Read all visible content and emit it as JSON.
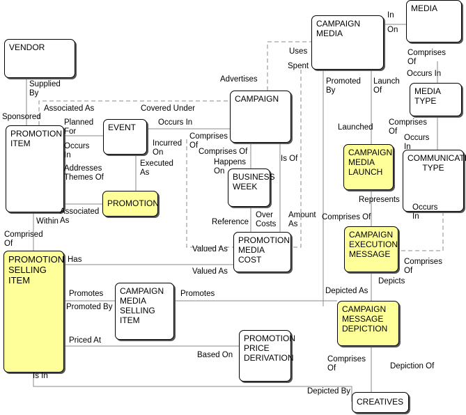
{
  "entities": {
    "vendor": "VENDOR",
    "promotion_item": "PROMOTION\nITEM",
    "event": "EVENT",
    "campaign": "CAMPAIGN",
    "campaign_media": "CAMPAIGN\nMEDIA",
    "media": "MEDIA",
    "media_type": "MEDIA\nTYPE",
    "communication_type": "COMMUNICATION\nTYPE",
    "promotion": "PROMOTION",
    "business_week": "BUSINESS\nWEEK",
    "campaign_media_launch": "CAMPAIGN\nMEDIA\nLAUNCH",
    "promotion_media_cost": "PROMOTION\nMEDIA COST",
    "campaign_execution_message": "CAMPAIGN\nEXECUTION\nMESSAGE",
    "promotion_selling_item": "PROMOTION\nSELLING\nITEM",
    "campaign_media_selling_item": "CAMPAIGN\nMEDIA\nSELLING\nITEM",
    "campaign_message_depiction": "CAMPAIGN\nMESSAGE\nDEPICTION",
    "promotion_price_derivation": "PROMOTION\nPRICE\nDERIVATION",
    "creatives": "CREATIVES"
  },
  "labels": {
    "supplied_by": "Supplied\nBy",
    "sponsored": "Sponsored",
    "associated_as_top": "Associated As",
    "covered_under": "Covered Under",
    "planned_for": "Planned\nFor",
    "occurs_in_item": "Occurs\nIn",
    "addresses_themes_of": "Addresses\nThemes Of",
    "occurs_in_event": "Occurs In",
    "comprises_of_campaign": "Comprises\nOf",
    "incurred_on": "Incurred\nOn",
    "executed_as": "Executed\nAs",
    "comprises_of_bw": "Comprises Of",
    "happens_on": "Happens\nOn",
    "is_of": "Is Of",
    "associated_as_promo": "Associated\nAs",
    "within": "Within",
    "comprised_of": "Comprised\nOf",
    "advertises": "Advertises",
    "uses": "Uses",
    "spent": "Spent",
    "in_media": "In",
    "on_media": "On",
    "promoted_by_cm": "Promoted\nBy",
    "launch_of": "Launch\nOf",
    "comprises_of_media": "Comprises\nOf",
    "occurs_in_media": "Occurs  In",
    "comprises_of_mt": "Comprises\nOf",
    "occurs_in_mt": "Occurs\nIn",
    "launched": "Launched",
    "represents": "Represents",
    "occurs_in_ct": "Occurs\nIn",
    "reference": "Reference",
    "over_costs": "Over\nCosts",
    "amount_as": "Amount\nAs",
    "valued_as_1": "Valued As",
    "valued_as_2": "Valued As",
    "comprises_of_cem": "Comprises Of",
    "comprises_of_ct2": "Comprises\nOf",
    "has": "Has",
    "depicts": "Depicts",
    "depicted_as": "Depicted As",
    "promotes_1": "Promotes",
    "promoted_by": "Promoted By",
    "promotes_2": "Promotes",
    "priced_at": "Priced At",
    "based_on": "Based On",
    "comprises_of_depiction": "Comprises\nOf",
    "depiction_of": "Depiction Of",
    "depicted_by": "Depicted By",
    "is_in": "Is In"
  }
}
